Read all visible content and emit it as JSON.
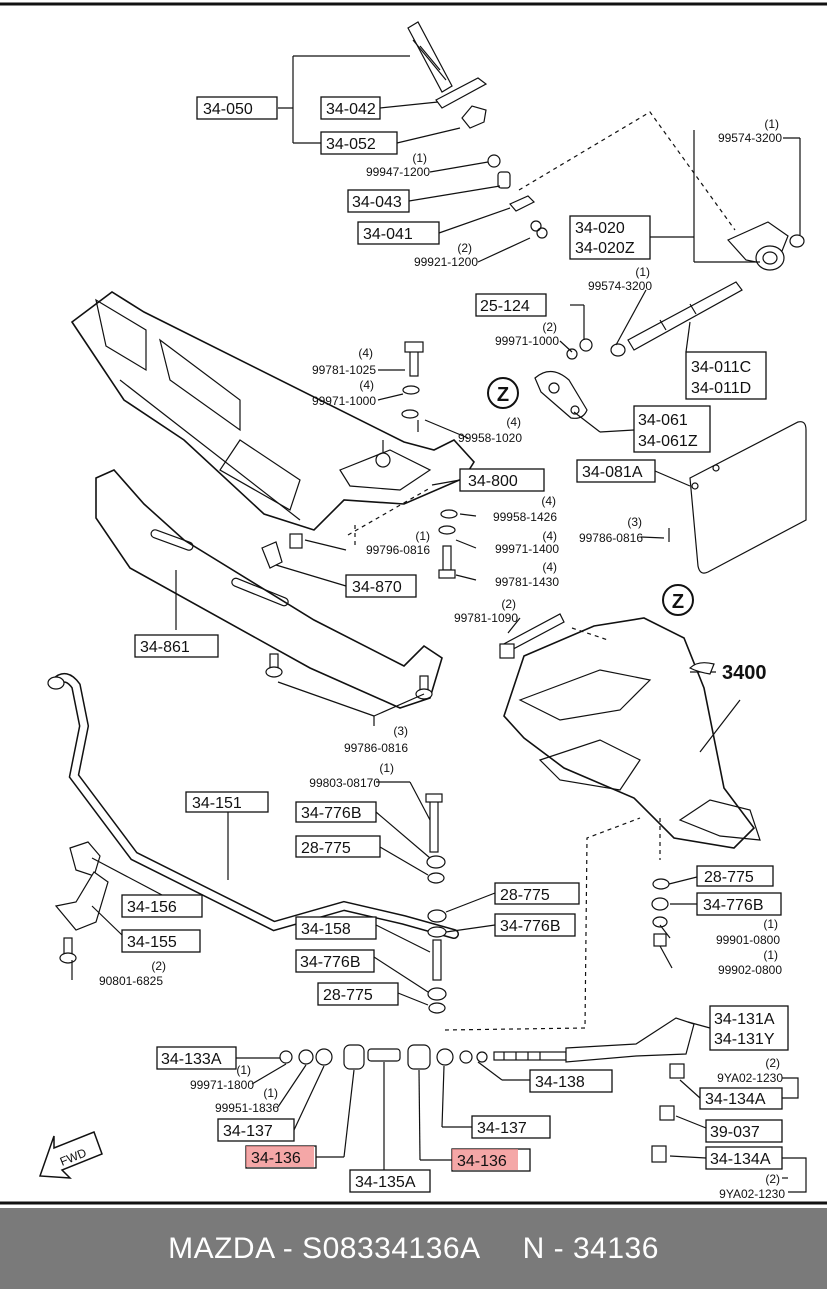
{
  "highlight_color": "#f08a8a",
  "labels": {
    "l_34050": "34-050",
    "l_34042": "34-042",
    "l_34052": "34-052",
    "l_34043": "34-043",
    "l_34041": "34-041",
    "l_34020": "34-020",
    "l_34020z": "34-020Z",
    "l_25124": "25-124",
    "l_34011c": "34-011C",
    "l_34011d": "34-011D",
    "l_34061": "34-061",
    "l_34061z": "34-061Z",
    "l_34081a": "34-081A",
    "l_34800": "34-800",
    "l_34870": "34-870",
    "l_34861": "34-861",
    "l_34151": "34-151",
    "l_34776b_1": "34-776B",
    "l_28775_1": "28-775",
    "l_28775_2": "28-775",
    "l_34776b_2": "34-776B",
    "l_34158": "34-158",
    "l_34776b_3": "34-776B",
    "l_28775_3": "28-775",
    "l_34156": "34-156",
    "l_34155": "34-155",
    "l_28775_r": "28-775",
    "l_34776b_r": "34-776B",
    "l_34131a": "34-131A",
    "l_34131y": "34-131Y",
    "l_34133a": "34-133A",
    "l_34138": "34-138",
    "l_34137_1": "34-137",
    "l_34137_2": "34-137",
    "l_34136_1": "34-136",
    "l_34136_2": "34-136",
    "l_34135a": "34-135A",
    "l_34134a_1": "34-134A",
    "l_39037": "39-037",
    "l_34134a_2": "34-134A",
    "l_3400": "3400"
  },
  "small": {
    "q_99947": "(1)",
    "p_99947": "99947-1200",
    "q_99921": "(2)",
    "p_99921": "99921-1200",
    "q_99574a": "(1)",
    "p_99574a": "99574-3200",
    "q_99574b": "(1)",
    "p_99574b": "99574-3200",
    "q_99971a": "(2)",
    "p_99971a": "99971-1000",
    "q_99781a": "(4)",
    "p_99781a": "99781-1025",
    "q_99971b": "(4)",
    "p_99971b": "99971-1000",
    "q_99958a": "(4)",
    "p_99958a": "99958-1020",
    "q_99958b": "(4)",
    "p_99958b": "99958-1426",
    "q_99786a": "(3)",
    "p_99786a": "99786-0816",
    "q_99796": "(1)",
    "p_99796": "99796-0816",
    "q_99971c": "(4)",
    "p_99971c": "99971-1400",
    "q_99781b": "(4)",
    "p_99781b": "99781-1430",
    "q_99781c": "(2)",
    "p_99781c": "99781-1090",
    "q_99786b": "(3)",
    "p_99786b": "99786-0816",
    "q_99803": "(1)",
    "p_99803": "99803-08170",
    "q_90801": "(2)",
    "p_90801": "90801-6825",
    "q_99901": "(1)",
    "p_99901": "99901-0800",
    "q_99902": "(1)",
    "p_99902": "99902-0800",
    "q_99971d": "(1)",
    "p_99971d": "99971-1800",
    "q_99951": "(1)",
    "p_99951": "99951-1836",
    "q_9ya02a": "(2)",
    "p_9ya02a": "9YA02-1230",
    "q_9ya02b": "(2)",
    "p_9ya02b": "9YA02-1230",
    "z1": "Z",
    "z2": "Z",
    "fwd": "FWD"
  },
  "footer": {
    "brand_part": "MAZDA - S08334136A",
    "ref": "N - 34136"
  }
}
